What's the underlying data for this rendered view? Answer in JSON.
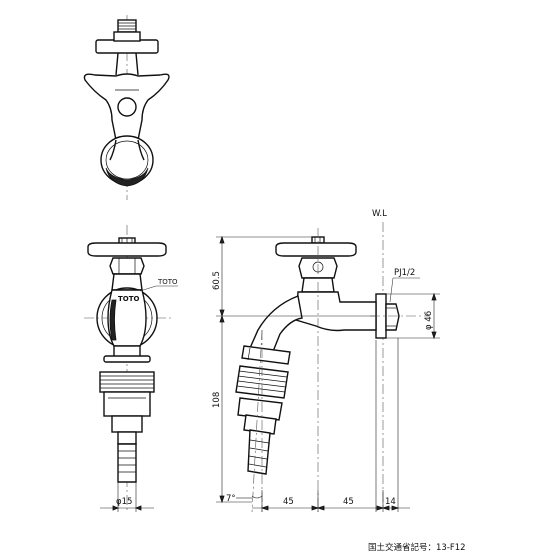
{
  "labels": {
    "wl": "W.L",
    "pipe_thread": "PJ1/2",
    "brand": "TOTO",
    "dim_60_5": "60.5",
    "dim_108": "108",
    "dim_phi46": "φ 46",
    "dim_phi15": "φ15",
    "angle_7": "7°",
    "dim_45_a": "45",
    "dim_45_b": "45",
    "dim_14": "14",
    "approval": "国土交通省記号：13-F12"
  }
}
